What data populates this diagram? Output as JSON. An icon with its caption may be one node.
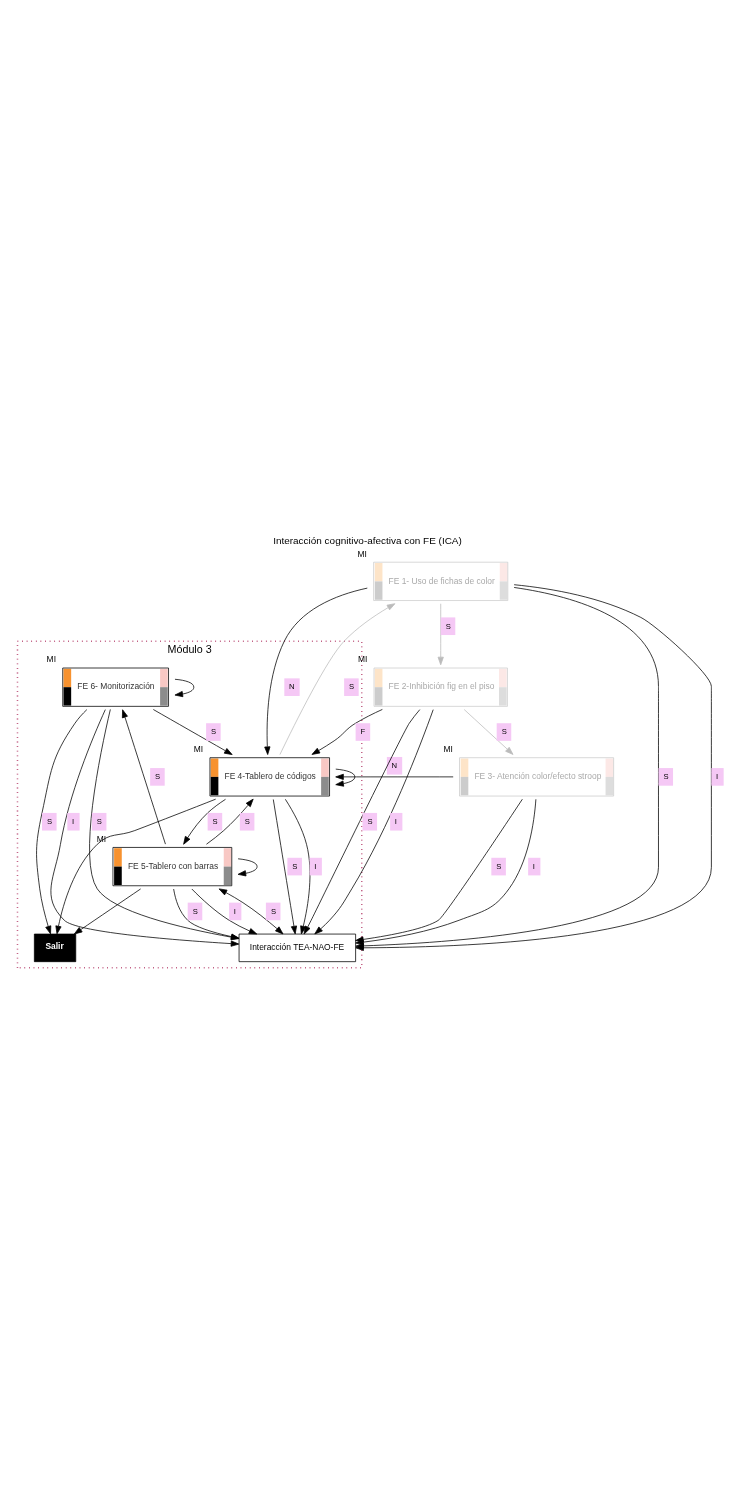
{
  "diagram": {
    "title": "Interacción cognitivo-afectiva con FE (ICA)",
    "nodes": [
      {
        "text": [
          "Módulo 3"
        ]
      },
      {
        "text": [
          "FE 6- Monitorización"
        ],
        "beside": [
          "MI"
        ],
        "in": 0
      },
      {
        "text": [
          "Salir"
        ],
        "in": 0
      },
      {
        "text": [
          "FE 5-Tablero con barras"
        ],
        "beside": [
          "MI"
        ],
        "in": 0
      },
      {
        "text": [
          "FE 4-Tablero de códigos"
        ],
        "beside": [
          "MI"
        ],
        "in": 0
      },
      {
        "text": [
          "Interacción TEA-NAO-FE"
        ],
        "in": 0
      },
      {
        "text": [
          "FE 3- Atención color/efecto stroop"
        ],
        "beside": [
          "MI"
        ]
      },
      {
        "text": [
          "FE 2-Inhibición fig en el piso"
        ],
        "beside": [
          "MI"
        ]
      },
      {
        "text": [
          "FE 1- Uso de fichas de color"
        ],
        "beside": [
          "MI"
        ]
      }
    ],
    "edges": [
      {
        "from": 1,
        "to": 5,
        "arrow": "to",
        "label": "I"
      },
      {
        "from": 1,
        "to": 5,
        "arrow": "to",
        "label": "S"
      },
      {
        "from": 3,
        "to": 5,
        "arrow": "to",
        "label": "S"
      },
      {
        "from": 3,
        "to": 5,
        "arrow": "to",
        "label": "I"
      },
      {
        "from": 5,
        "to": 3,
        "arrow": "both",
        "label": "S"
      },
      {
        "from": 4,
        "to": 5,
        "arrow": "to",
        "label": "S"
      },
      {
        "from": 4,
        "to": 5,
        "arrow": "to",
        "label": "I"
      },
      {
        "from": 6,
        "to": 5,
        "arrow": "to",
        "label": "S"
      },
      {
        "from": 6,
        "to": 5,
        "arrow": "to",
        "label": "I"
      },
      {
        "from": 7,
        "to": 4,
        "arrow": "to",
        "label": "F"
      },
      {
        "from": 7,
        "to": 5,
        "arrow": "to",
        "label": "S"
      },
      {
        "from": 7,
        "to": 5,
        "arrow": "to",
        "label": "I"
      },
      {
        "from": 8,
        "to": 4,
        "arrow": "to",
        "label": "N"
      },
      {
        "from": 8,
        "to": 5,
        "arrow": "to",
        "label": "S"
      },
      {
        "from": 8,
        "to": 5,
        "arrow": "to",
        "label": "I"
      },
      {
        "from": 4,
        "to": 4,
        "arrow": "to"
      },
      {
        "from": 3,
        "to": 3,
        "arrow": "to"
      },
      {
        "from": 1,
        "to": 1,
        "arrow": "to"
      },
      {
        "from": 3,
        "to": 1,
        "arrow": "to",
        "label": "S"
      },
      {
        "from": 1,
        "to": 2,
        "arrow": "to",
        "label": "S"
      },
      {
        "from": 3,
        "to": 2,
        "arrow": "to"
      },
      {
        "from": 4,
        "to": 2,
        "arrow": "to"
      },
      {
        "from": 1,
        "to": 4,
        "arrow": "to",
        "label": "S"
      },
      {
        "from": 4,
        "to": 3,
        "arrow": "to",
        "label": "S"
      },
      {
        "from": 3,
        "to": 4,
        "arrow": "to",
        "label": "S"
      },
      {
        "from": 6,
        "to": 4,
        "arrow": "to",
        "label": "N"
      },
      {
        "from": 8,
        "to": 7,
        "arrow": "to",
        "label": "S",
        "color": "#bbbbbb"
      },
      {
        "from": 7,
        "to": 6,
        "arrow": "to",
        "label": "S",
        "color": "#bbbbbb"
      },
      {
        "from": 4,
        "to": 8,
        "arrow": "to",
        "label": "S",
        "color": "#bbbbbb"
      }
    ]
  }
}
